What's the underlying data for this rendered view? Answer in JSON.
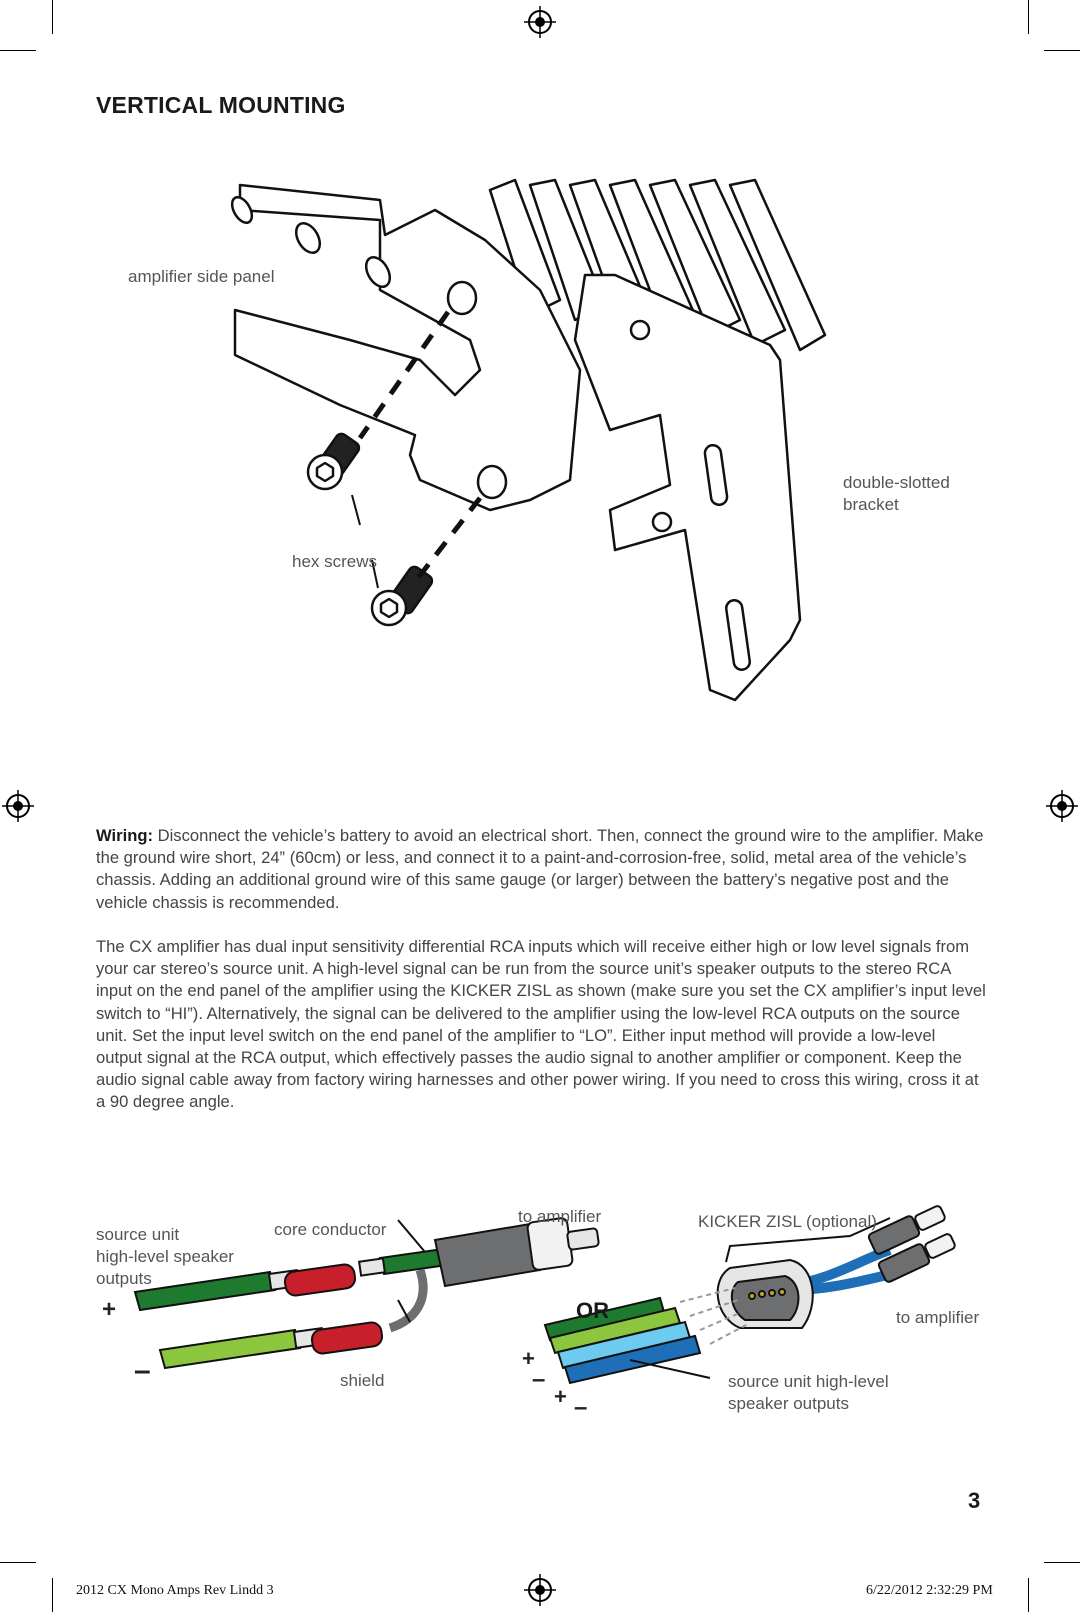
{
  "page": {
    "heading": "VERTICAL MOUNTING",
    "page_number": "3"
  },
  "mounting_diagram": {
    "label_side_panel": "amplifier side panel",
    "label_bracket": "double-slotted\nbracket",
    "label_screws": "hex screws"
  },
  "wiring": {
    "lead": "Wiring:",
    "para1": " Disconnect the vehicle’s battery to avoid an electrical short. Then, connect the ground wire to the amplifier. Make the ground wire short, 24” (60cm) or less, and connect it to a paint-and-corrosion-free, solid, metal area of the vehicle’s chassis. Adding an additional ground wire of this same gauge (or larger) between the battery’s negative post and the vehicle chassis is recommended.",
    "para2": "The CX amplifier has dual input sensitivity differential RCA inputs which will receive either high or low level signals from your car stereo’s source unit. A high-level signal can be run from the source unit’s speaker outputs to the stereo RCA input on the end panel of the amplifier using the KICKER ZISL as shown (make sure you set the CX amplifier’s input level switch to “HI”). Alternatively, the signal can be delivered to the amplifier using the low-level RCA outputs on the source unit. Set the input level switch on the end panel of the amplifier to “LO”. Either input method will provide a low-level output signal at the RCA output, which effectively passes the audio signal to another amplifier or component. Keep the audio signal cable away from factory wiring harnesses and other power wiring. If you need to cross this wiring, cross it at a 90 degree angle."
  },
  "wiring_diagram": {
    "label_source_unit": "source unit\nhigh-level speaker\noutputs",
    "label_core": "core conductor",
    "label_to_amp_left": "to amplifier",
    "label_shield": "shield",
    "label_or": "OR",
    "label_zisl": "KICKER ZISL (optional)",
    "label_to_amp_right": "to amplifier",
    "label_source_right": "source unit high-level\nspeaker outputs",
    "plus": "+",
    "minus": "–",
    "colors": {
      "dark_green": "#1d7a2e",
      "light_green": "#8cc63f",
      "cyan": "#6ccbee",
      "blue": "#1e6fb8",
      "red": "#c8202a",
      "gray": "#6d6e70"
    }
  },
  "footer": {
    "left": "2012 CX Mono Amps Rev Lindd   3",
    "right": "6/22/2012   2:32:29 PM"
  }
}
